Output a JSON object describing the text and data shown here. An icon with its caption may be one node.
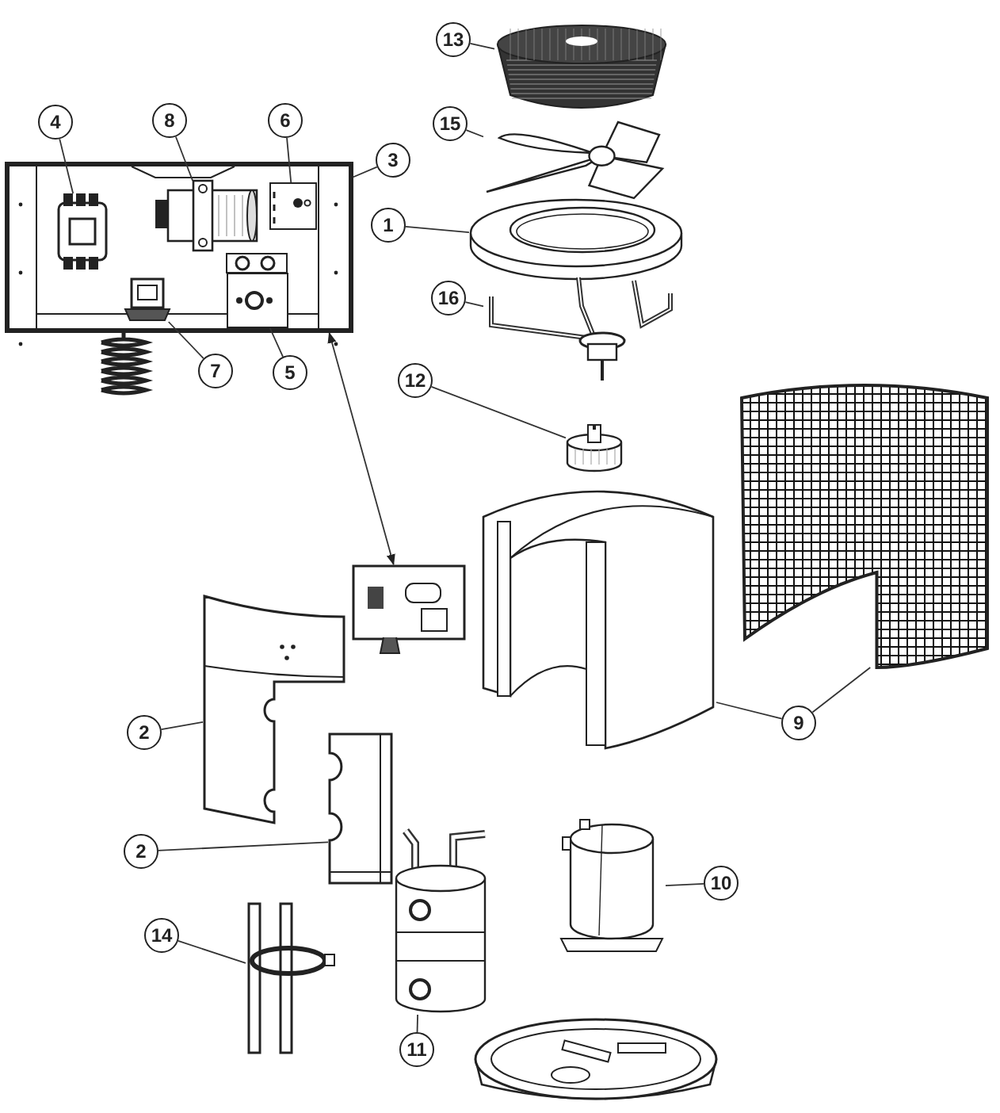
{
  "diagram": {
    "nodes": [
      {
        "text": [],
        "shape": "picture"
      },
      {
        "text": [],
        "shape": "picture",
        "in": 0
      },
      {
        "text": [],
        "shape": "picture",
        "in": 0
      },
      {
        "text": [],
        "shape": "picture",
        "in": 0
      },
      {
        "text": [],
        "shape": "picture",
        "in": 0
      },
      {
        "text": [],
        "shape": "picture",
        "in": 0
      },
      {
        "text": [
          "4"
        ]
      },
      {
        "text": [
          "8"
        ]
      },
      {
        "text": [
          "6"
        ]
      },
      {
        "text": [
          "3"
        ]
      },
      {
        "text": [
          "7"
        ]
      },
      {
        "text": [
          "5"
        ]
      },
      {
        "text": [
          "13"
        ]
      },
      {
        "text": [],
        "shape": "picture"
      },
      {
        "text": [
          "15"
        ]
      },
      {
        "text": [],
        "shape": "picture"
      },
      {
        "text": [
          "1"
        ]
      },
      {
        "text": [],
        "shape": "picture"
      },
      {
        "text": [
          "16"
        ]
      },
      {
        "text": [],
        "shape": "picture"
      },
      {
        "text": [
          "12"
        ]
      },
      {
        "text": [],
        "shape": "picture"
      },
      {
        "text": [],
        "shape": "picture"
      },
      {
        "text": [],
        "shape": "picture"
      },
      {
        "text": [],
        "shape": "picture"
      },
      {
        "text": [
          "9"
        ]
      },
      {
        "text": [
          "2"
        ]
      },
      {
        "text": [],
        "shape": "picture"
      },
      {
        "text": [
          "2"
        ]
      },
      {
        "text": [],
        "shape": "picture"
      },
      {
        "text": [],
        "shape": "picture"
      },
      {
        "text": [
          "10"
        ]
      },
      {
        "text": [],
        "shape": "picture"
      },
      {
        "text": [
          "14"
        ]
      },
      {
        "text": [],
        "shape": "picture"
      },
      {
        "text": [
          "11"
        ]
      }
    ],
    "edges": [
      {
        "from": 9,
        "to": 0,
        "arrow": "none"
      },
      {
        "from": 6,
        "to": 1,
        "arrow": "none"
      },
      {
        "from": 7,
        "to": 2,
        "arrow": "none"
      },
      {
        "from": 8,
        "to": 3,
        "arrow": "none"
      },
      {
        "from": 10,
        "to": 4,
        "arrow": "none"
      },
      {
        "from": 11,
        "to": 5,
        "arrow": "none"
      },
      {
        "from": 0,
        "to": 22,
        "arrow": "both"
      },
      {
        "from": 12,
        "to": 13,
        "arrow": "none"
      },
      {
        "from": 14,
        "to": 15,
        "arrow": "none"
      },
      {
        "from": 16,
        "to": 17,
        "arrow": "none"
      },
      {
        "from": 18,
        "to": 19,
        "arrow": "none"
      },
      {
        "from": 20,
        "to": 21,
        "arrow": "none"
      },
      {
        "from": 25,
        "to": 23,
        "arrow": "none"
      },
      {
        "from": 25,
        "to": 24,
        "arrow": "none"
      },
      {
        "from": 26,
        "to": 27,
        "arrow": "none"
      },
      {
        "from": 28,
        "to": 29,
        "arrow": "none"
      },
      {
        "from": 31,
        "to": 32,
        "arrow": "none"
      },
      {
        "from": 33,
        "to": 34,
        "arrow": "none"
      },
      {
        "from": 35,
        "to": 30,
        "arrow": "none"
      }
    ]
  }
}
